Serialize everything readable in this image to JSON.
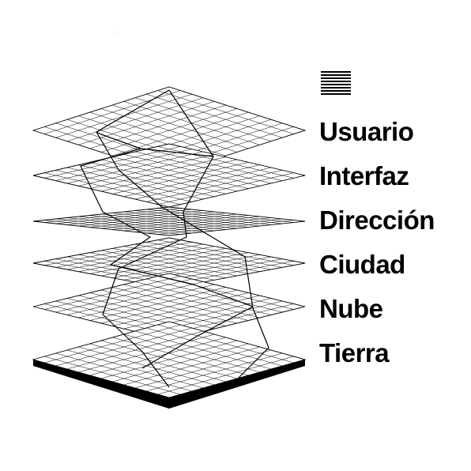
{
  "diagram": {
    "layers": [
      {
        "id": "usuario",
        "label": "Usuario"
      },
      {
        "id": "interfaz",
        "label": "Interfaz"
      },
      {
        "id": "direccion",
        "label": "Dirección"
      },
      {
        "id": "ciudad",
        "label": "Ciudad"
      },
      {
        "id": "nube",
        "label": "Nube"
      },
      {
        "id": "tierra",
        "label": "Tierra"
      }
    ],
    "icon": "stacked-lines-icon",
    "colors": {
      "ink": "#000000",
      "background": "#ffffff"
    }
  }
}
